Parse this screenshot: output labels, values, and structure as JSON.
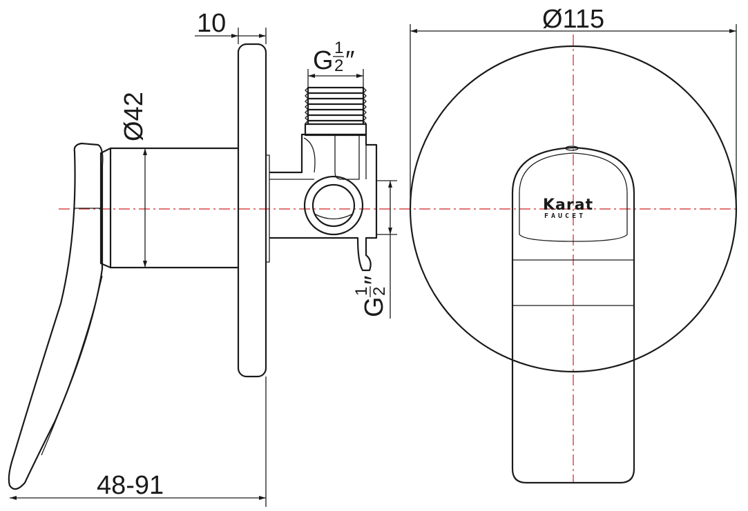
{
  "dimensions": {
    "flange_thickness": "10",
    "body_diameter": "Ø42",
    "cover_diameter": "Ø115",
    "handle_depth_range": "48-91",
    "top_thread": {
      "prefix": "G",
      "num": "1",
      "den": "2",
      "suffix": "″"
    },
    "bottom_thread": {
      "prefix": "G",
      "num": "1",
      "den": "2",
      "suffix": "″"
    }
  },
  "brand": {
    "name": "Karat",
    "sub": "FAUCET"
  },
  "colors": {
    "outline": "#1a1a1a",
    "centerline": "#d02020",
    "background": "#ffffff"
  }
}
